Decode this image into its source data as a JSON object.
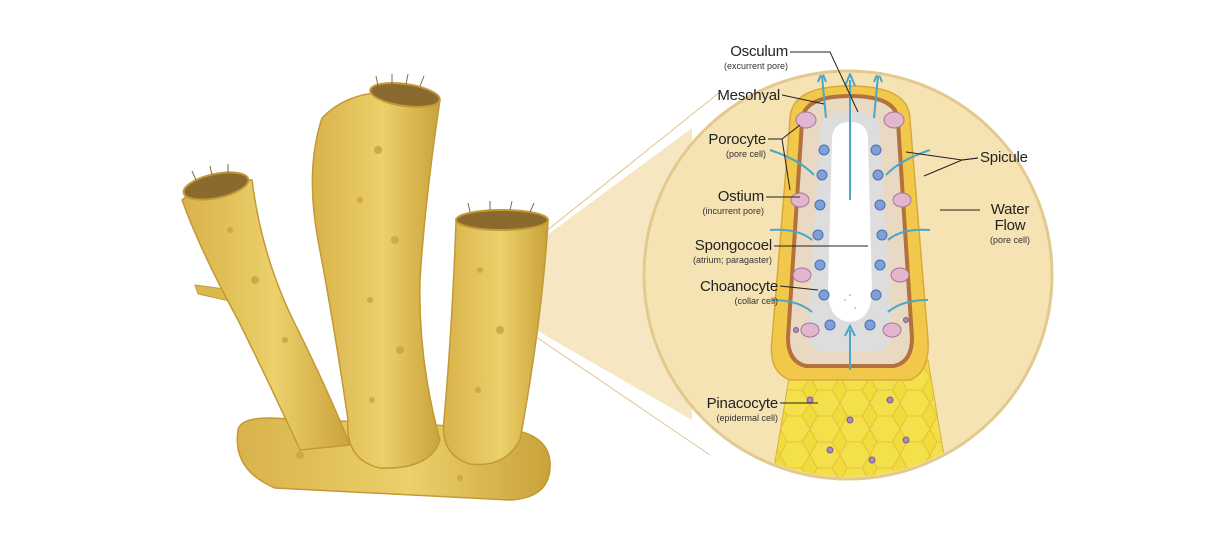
{
  "labels": {
    "osculum": {
      "name": "Osculum",
      "sub": "(excurrent pore)"
    },
    "mesohyal": {
      "name": "Mesohyal",
      "sub": ""
    },
    "porocyte": {
      "name": "Porocyte",
      "sub": "(pore cell)"
    },
    "ostium": {
      "name": "Ostium",
      "sub": "(incurrent pore)"
    },
    "spongocoel": {
      "name": "Spongocoel",
      "sub": "(atrium; paragaster)"
    },
    "choanocyte": {
      "name": "Choanocyte",
      "sub": "(collar cell)"
    },
    "pinacocyte": {
      "name": "Pinacocyte",
      "sub": "(epidermal cell)"
    },
    "spicule": {
      "name": "Spicule",
      "sub": ""
    },
    "water_flow": {
      "name_line1": "Water",
      "name_line2": "Flow",
      "sub": "(pore cell)"
    }
  },
  "colors": {
    "sponge_body": "#e6c65a",
    "sponge_shadow": "#c9a53c",
    "sponge_spots": "#d2ad45",
    "magnifier_fill": "#f6e3b4",
    "magnifier_border": "#e3c98e",
    "mesohyal_layer": "#f2c84a",
    "pinacocyte_cells": "#f3df3f",
    "cell_outline": "#b07a4a",
    "choanocyte_blue": "#7f9fd8",
    "water_arrow": "#4aa7c9",
    "spongocoel_white": "#ffffff",
    "pore_cell_pink": "#e3b6cf"
  }
}
